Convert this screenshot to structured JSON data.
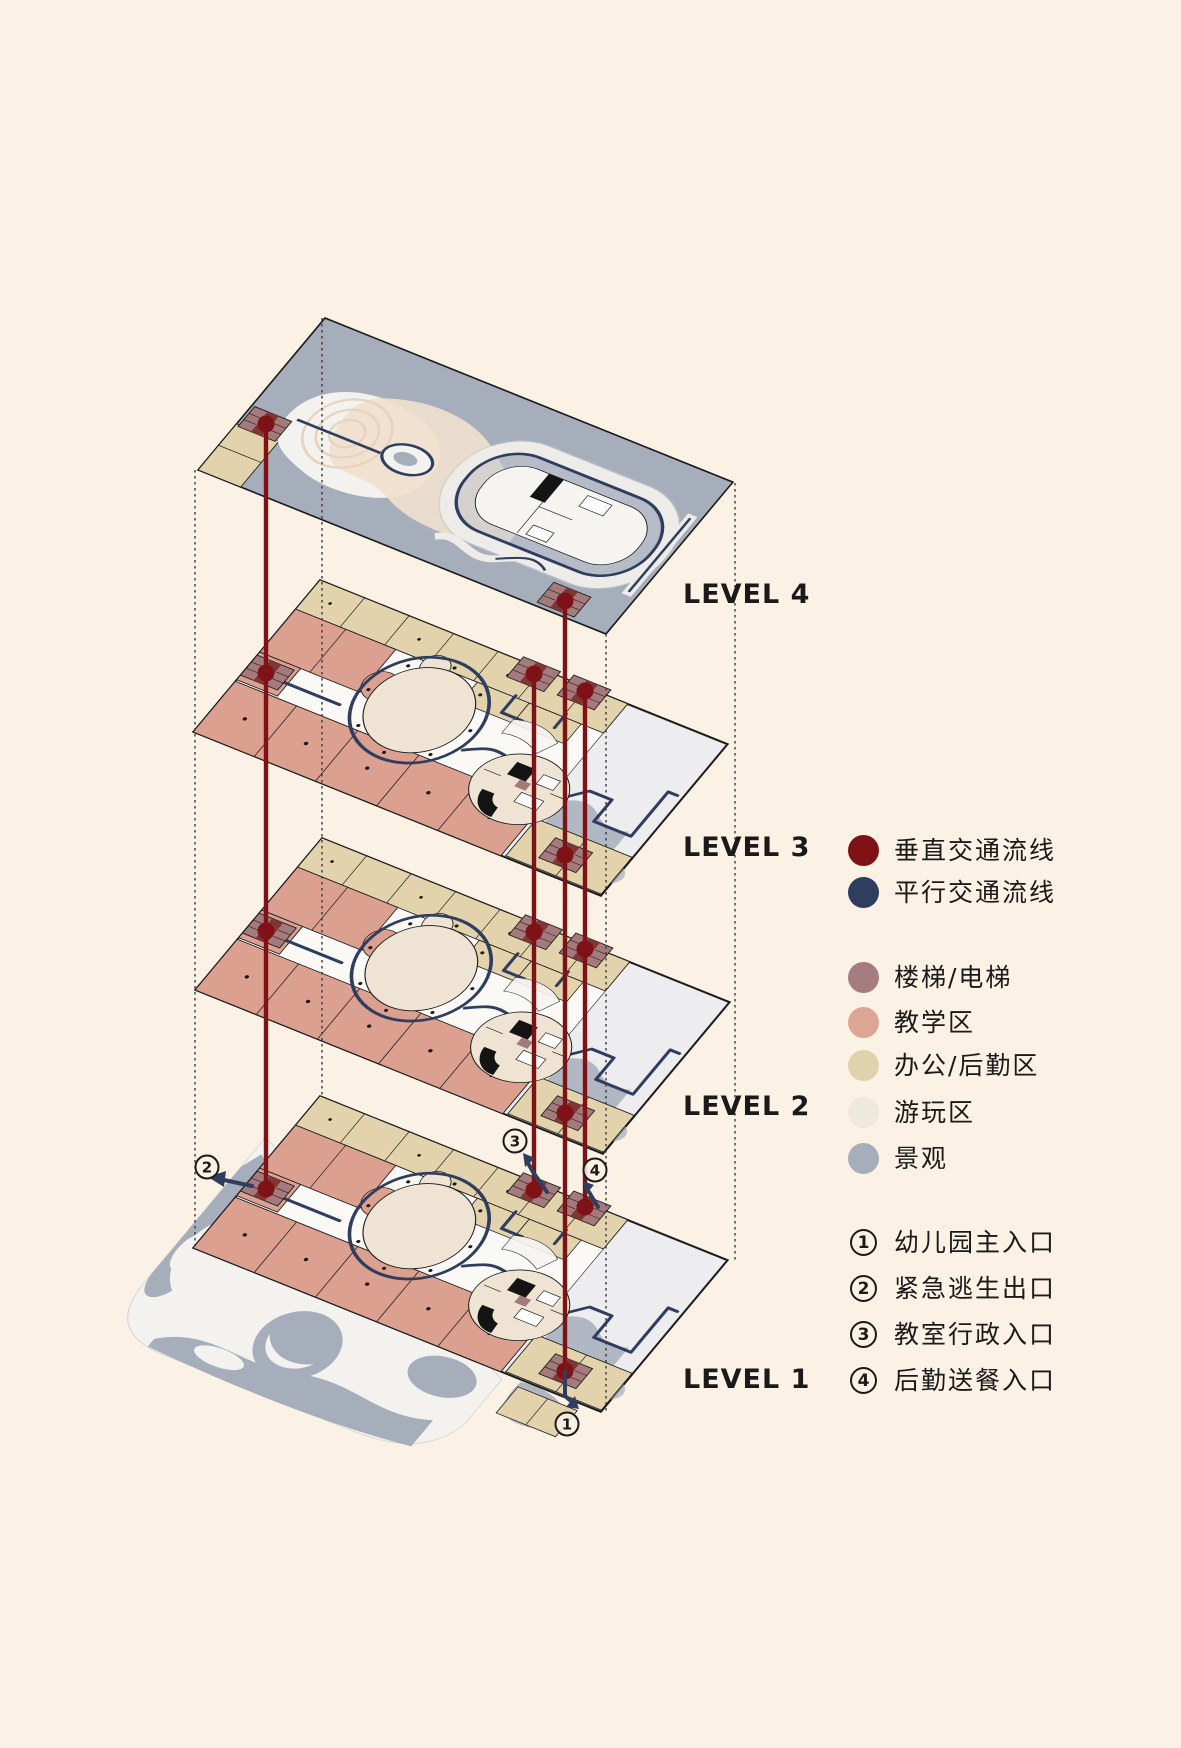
{
  "colors": {
    "background": "#FBF1E4",
    "ink": "#1A1A1A",
    "vertical_circulation": "#7E1216",
    "horizontal_circulation": "#2F3D5F",
    "stair": "#A47A7D",
    "stair_dark": "#7E3734",
    "teaching": "#DBA08F",
    "office": "#E3D3AC",
    "play": "#EFE4D4",
    "landscape": "#A7AEBB",
    "plate": "#FAF9F6",
    "track": "#EDECE8",
    "apron": "#F3F2EF"
  },
  "levels": [
    {
      "label": "LEVEL 4"
    },
    {
      "label": "LEVEL 3"
    },
    {
      "label": "LEVEL 2"
    },
    {
      "label": "LEVEL 1"
    }
  ],
  "legend": {
    "circulation": [
      {
        "label": "垂直交通流线",
        "color": "#7E1216"
      },
      {
        "label": "平行交通流线",
        "color": "#2F3D5F"
      }
    ],
    "zones": [
      {
        "label": "楼梯/电梯",
        "color": "#A67C80"
      },
      {
        "label": "教学区",
        "color": "#DCA694"
      },
      {
        "label": "办公/后勤区",
        "color": "#DFD2AC"
      },
      {
        "label": "游玩区",
        "color": "#EFE8DC"
      },
      {
        "label": "景观",
        "color": "#A7AEBB"
      }
    ],
    "entrances": [
      {
        "num": "1",
        "label": "幼儿园主入口"
      },
      {
        "num": "2",
        "label": "紧急逃生出口"
      },
      {
        "num": "3",
        "label": "教室行政入口"
      },
      {
        "num": "4",
        "label": "后勤送餐入口"
      }
    ]
  }
}
